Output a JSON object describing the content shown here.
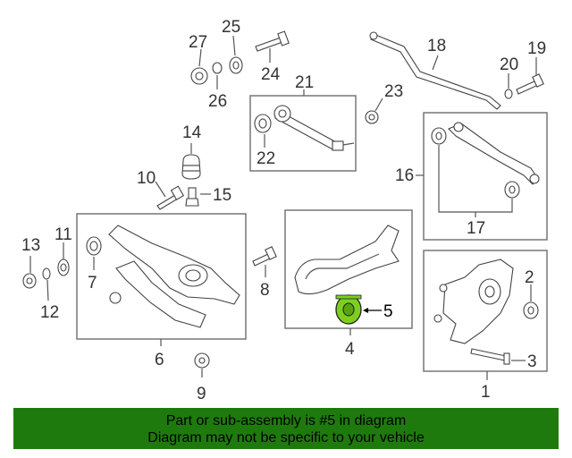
{
  "callouts": {
    "n1": "1",
    "n2": "2",
    "n3": "3",
    "n4": "4",
    "n5": "5",
    "n6": "6",
    "n7": "7",
    "n8": "8",
    "n9": "9",
    "n10": "10",
    "n11": "11",
    "n12": "12",
    "n13": "13",
    "n14": "14",
    "n15": "15",
    "n16": "16",
    "n17": "17",
    "n18": "18",
    "n19": "19",
    "n20": "20",
    "n21": "21",
    "n22": "22",
    "n23": "23",
    "n24": "24",
    "n25": "25",
    "n26": "26",
    "n27": "27"
  },
  "banner": {
    "line1": "Part or sub-assembly is #5 in diagram",
    "line2": "Diagram may not be specific to your vehicle"
  },
  "colors": {
    "banner_bg": "#1f7a0e",
    "highlight_part": "#7ccf1f"
  }
}
